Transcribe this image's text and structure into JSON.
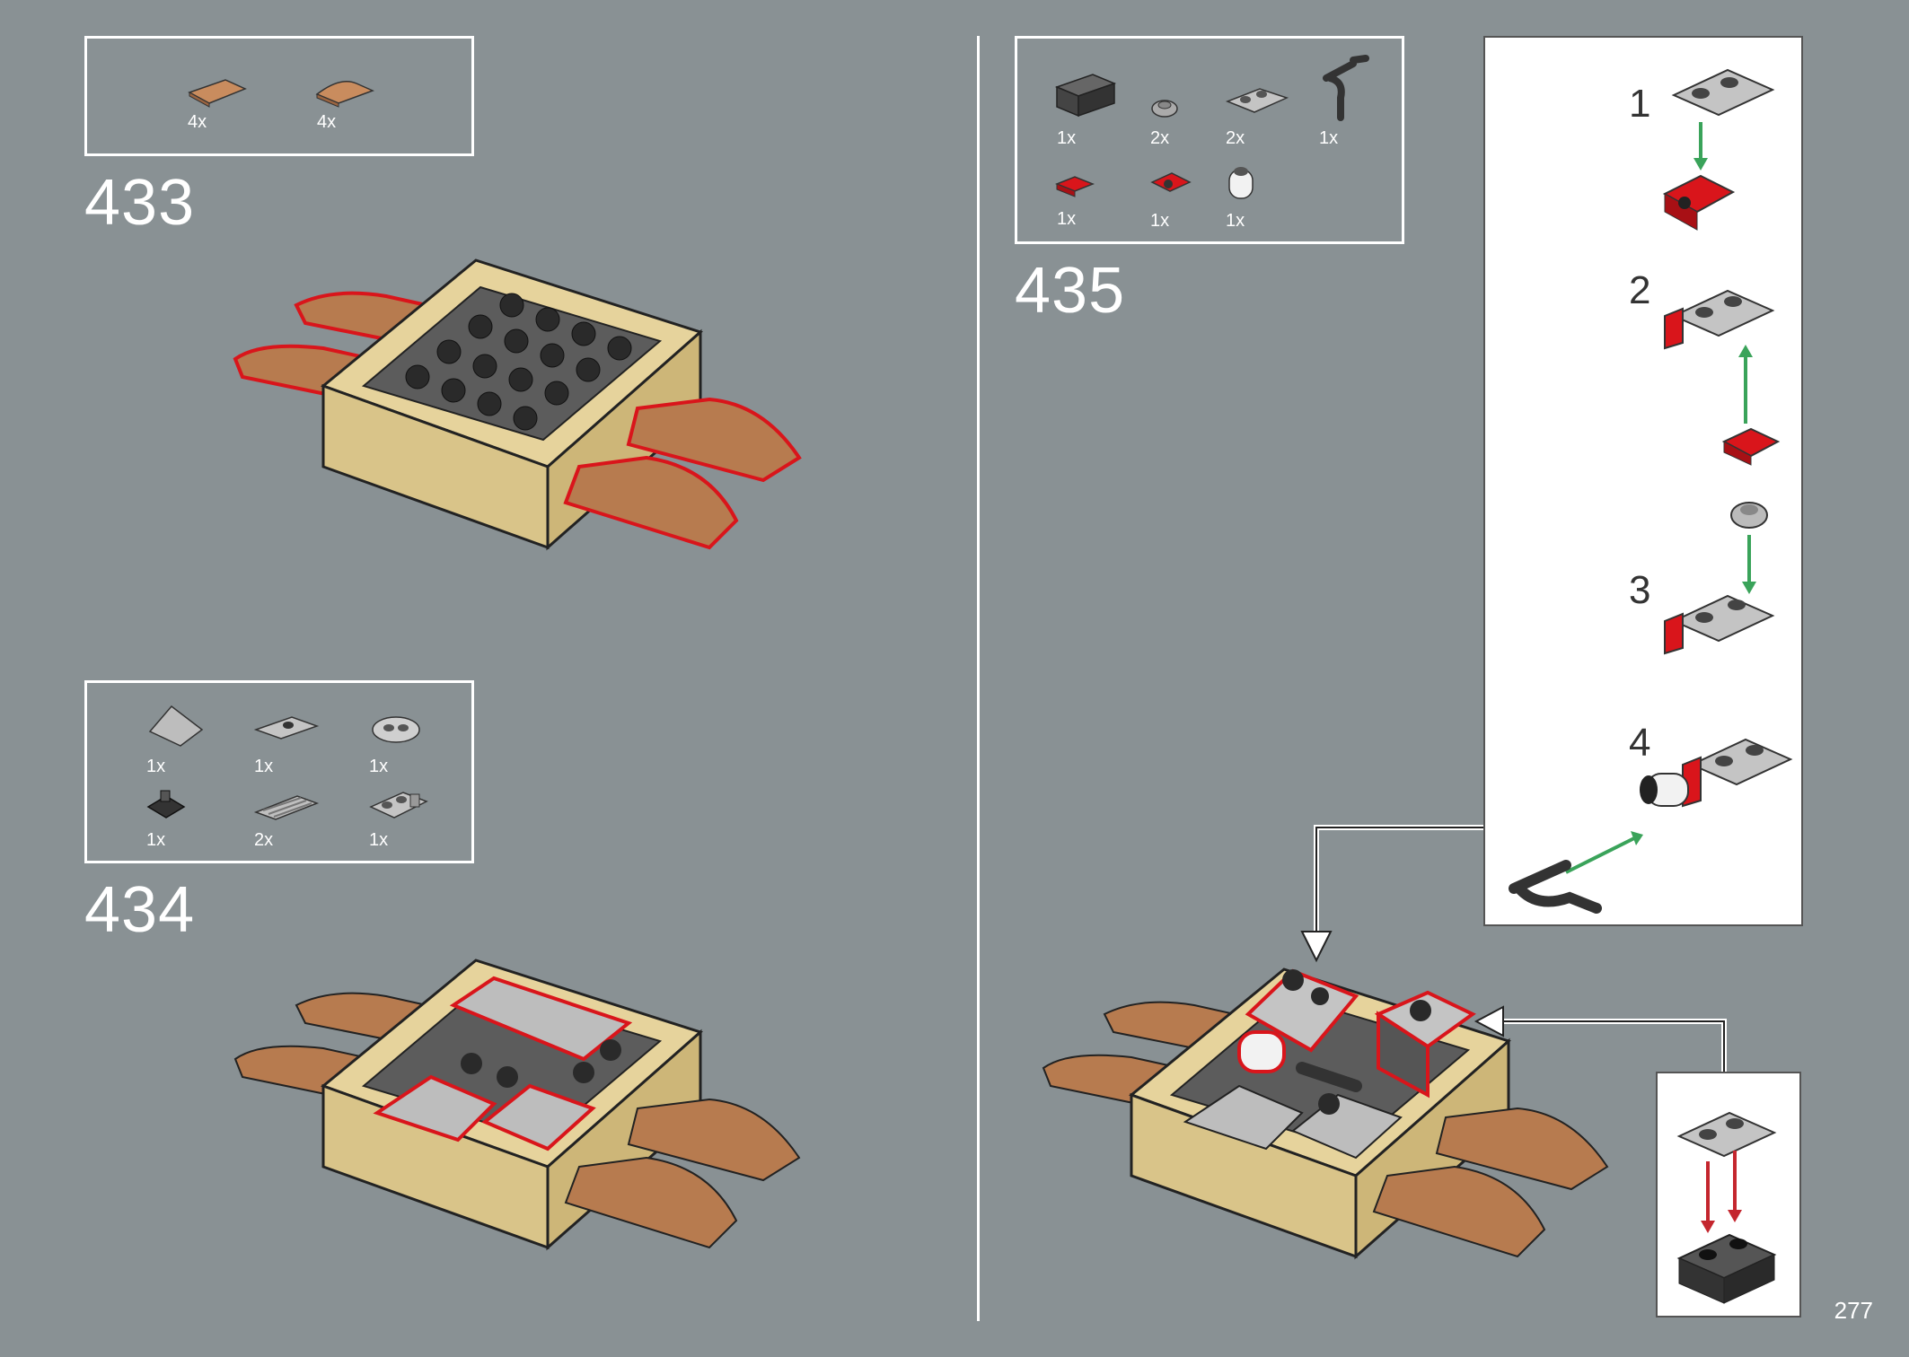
{
  "page": {
    "number": "277"
  },
  "steps": [
    {
      "number": "433",
      "parts": [
        {
          "icon": "tan-curved-slope-icon",
          "qty": "4x"
        },
        {
          "icon": "tan-curved-slope-2-icon",
          "qty": "4x"
        }
      ]
    },
    {
      "number": "434",
      "parts": [
        {
          "icon": "grey-slope-icon",
          "qty": "1x"
        },
        {
          "icon": "grey-jumper-plate-icon",
          "qty": "1x"
        },
        {
          "icon": "grey-round-plate-icon",
          "qty": "1x"
        },
        {
          "icon": "black-clip-icon",
          "qty": "1x"
        },
        {
          "icon": "grille-tile-icon",
          "qty": "2x"
        },
        {
          "icon": "grey-clip-plate-icon",
          "qty": "1x"
        }
      ]
    },
    {
      "number": "435",
      "parts": [
        {
          "icon": "black-grille-brick-icon",
          "qty": "1x"
        },
        {
          "icon": "round-plate-icon",
          "qty": "2x"
        },
        {
          "icon": "clip-plate-icon",
          "qty": "2x"
        },
        {
          "icon": "bar-handle-icon",
          "qty": "1x"
        },
        {
          "icon": "red-plate-icon",
          "qty": "1x"
        },
        {
          "icon": "red-bracket-icon",
          "qty": "1x"
        },
        {
          "icon": "trans-round-brick-icon",
          "qty": "1x"
        }
      ],
      "substeps": [
        "1",
        "2",
        "3",
        "4"
      ]
    }
  ],
  "colors": {
    "background": "#899194",
    "tan": "#e6d39c",
    "brown": "#b77b4f",
    "highlight": "#d9151b",
    "arrow_green": "#3aa35a",
    "arrow_red": "#c4262e"
  }
}
